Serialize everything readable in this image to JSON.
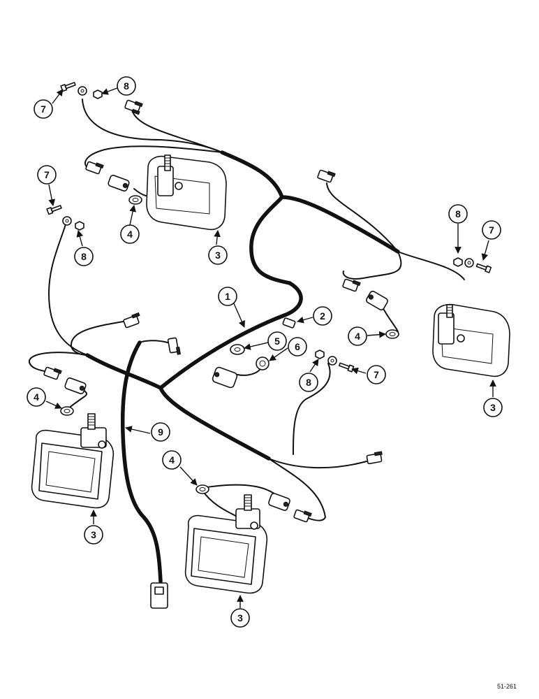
{
  "callouts": {
    "c7a": "7",
    "c8a": "8",
    "c7b": "7",
    "c8b": "8",
    "c4a": "4",
    "c3a": "3",
    "c1": "1",
    "c2": "2",
    "c5": "5",
    "c6": "6",
    "c8c": "8",
    "c7c": "7",
    "c4b": "4",
    "c3b": "3",
    "c8d": "8",
    "c7d": "7",
    "c9": "9",
    "c4c": "4",
    "c3c": "3",
    "c4d": "4",
    "c3d": "3"
  },
  "reference_code": "51-261"
}
